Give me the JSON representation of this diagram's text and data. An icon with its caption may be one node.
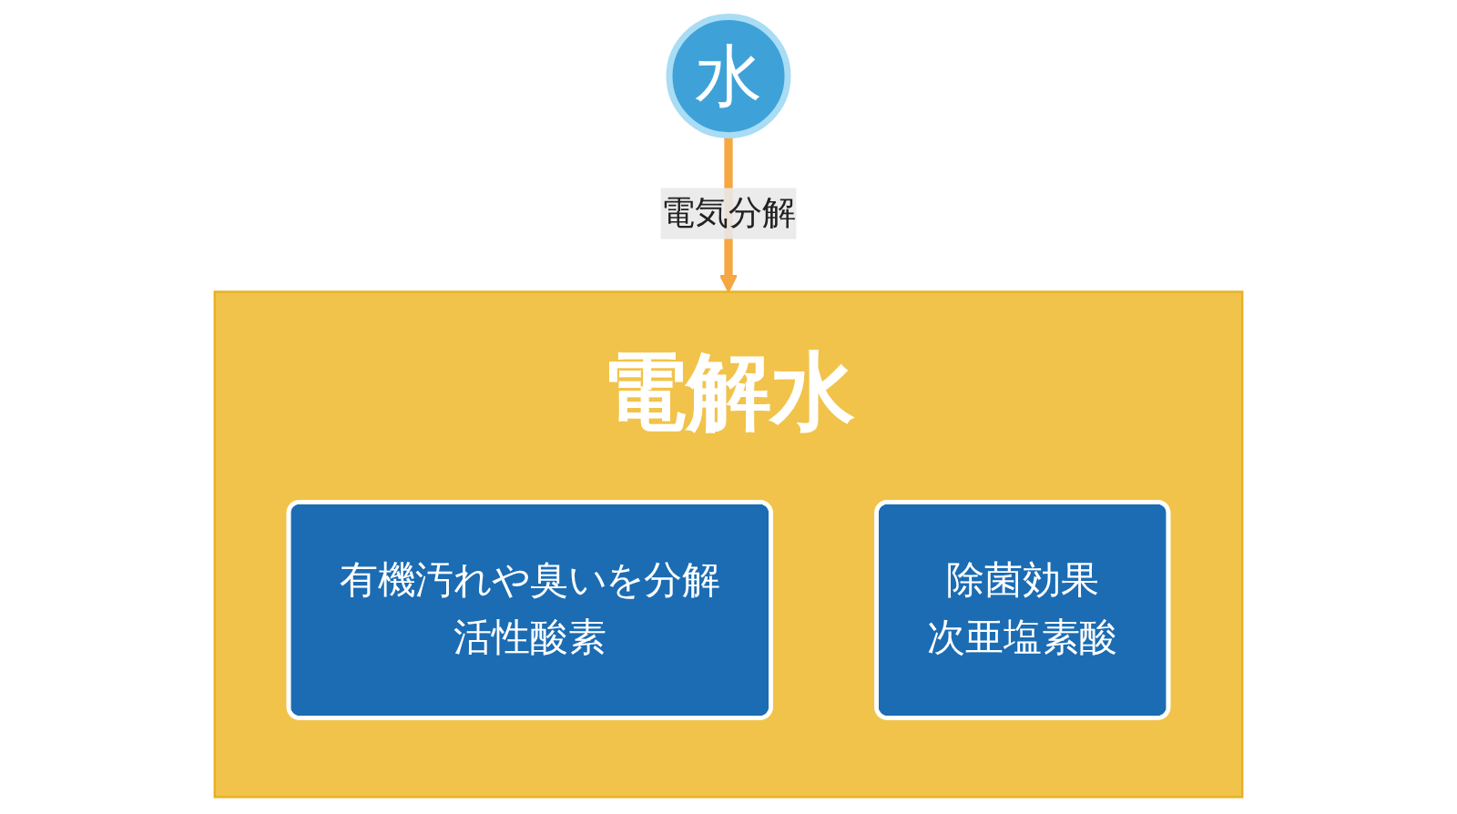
{
  "diagram": {
    "nodes": [
      {
        "text": [
          "水"
        ]
      },
      {
        "text": [
          "電解水"
        ]
      },
      {
        "text": [
          "有機汚れや臭いを分解",
          "活性酸素"
        ],
        "in": 1
      },
      {
        "text": [
          "除菌効果",
          "次亜塩素酸"
        ],
        "in": 1
      }
    ],
    "edges": [
      {
        "from": 0,
        "to": 1,
        "arrow": "to",
        "label": "電気分解"
      }
    ]
  }
}
